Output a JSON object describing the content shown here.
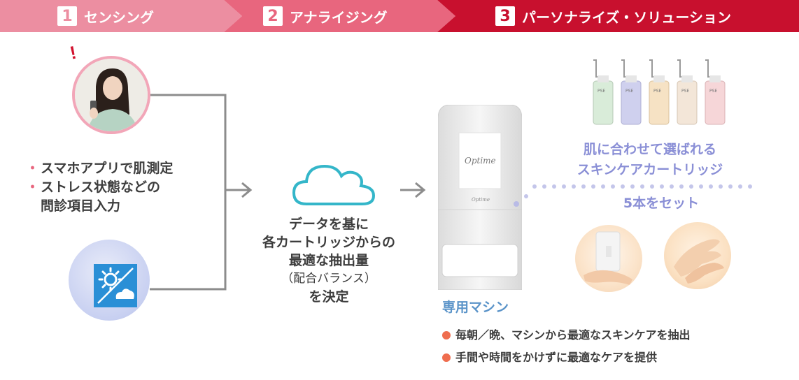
{
  "steps": [
    {
      "num": "1",
      "label": "センシング"
    },
    {
      "num": "2",
      "label": "アナライジング"
    },
    {
      "num": "3",
      "label": "パーソナライズ・ソリューション"
    }
  ],
  "sensing": {
    "bullets": [
      "スマホアプリで肌測定",
      "ストレス状態などの"
    ],
    "continuation": "問診項目入力",
    "bullet_mark": "・",
    "alert_mark": "!"
  },
  "analysis": {
    "lines": [
      "データを基に",
      "各カートリッジからの",
      "最適な抽出量"
    ],
    "note": "（配合バランス）",
    "conclusion": "を決定"
  },
  "solution": {
    "machine_label": "専用マシン",
    "machine_logo": "Optime",
    "cartridge_title": [
      "肌に合わせて選ばれる",
      "スキンケアカートリッジ"
    ],
    "set_label": "5本をセット",
    "cartridge_tag": "PSE",
    "benefits": [
      "毎朝／晩、マシンから最適なスキンケアを抽出",
      "手間や時間をかけずに最適なケアを提供"
    ]
  },
  "colors": {
    "step1": "#ec8ea1",
    "step2": "#e8667e",
    "step3": "#c8102e",
    "accent_purple": "#8a8fd6",
    "accent_blue": "#5b94c9",
    "benefit_dot": "#ef6d4e",
    "connector": "#8c8c8c"
  },
  "icons": {
    "machine": "skincare-machine-icon",
    "cloud": "cloud-icon",
    "stress": "sun-cloud-weather-icon",
    "cartridges": "cartridge-bottles-icon"
  }
}
